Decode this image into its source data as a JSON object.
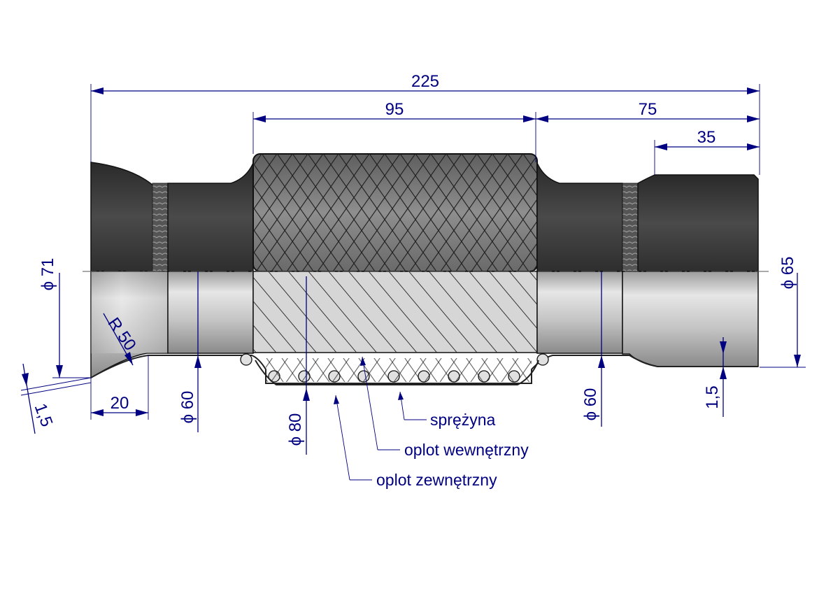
{
  "dimensions": {
    "overall_length": "225",
    "bellows_length": "95",
    "right_section_length": "75",
    "right_end_length": "35",
    "left_end_length": "20",
    "left_diameter": "ϕ 71",
    "right_diameter": "ϕ 65",
    "left_inner_diameter": "ϕ 60",
    "right_inner_diameter": "ϕ 60",
    "bellows_diameter": "ϕ 80",
    "radius": "R 50",
    "left_wall_thickness": "1,5",
    "right_wall_thickness": "1,5"
  },
  "labels": {
    "spring": "sprężyna",
    "inner_braid": "oplot wewnętrzny",
    "outer_braid": "oplot zewnętrzny"
  },
  "colors": {
    "dimension": "#000080",
    "dark_body": "#3a3a3a",
    "metal_light": "#d8d8d8",
    "braid": "#6a6a6a"
  }
}
